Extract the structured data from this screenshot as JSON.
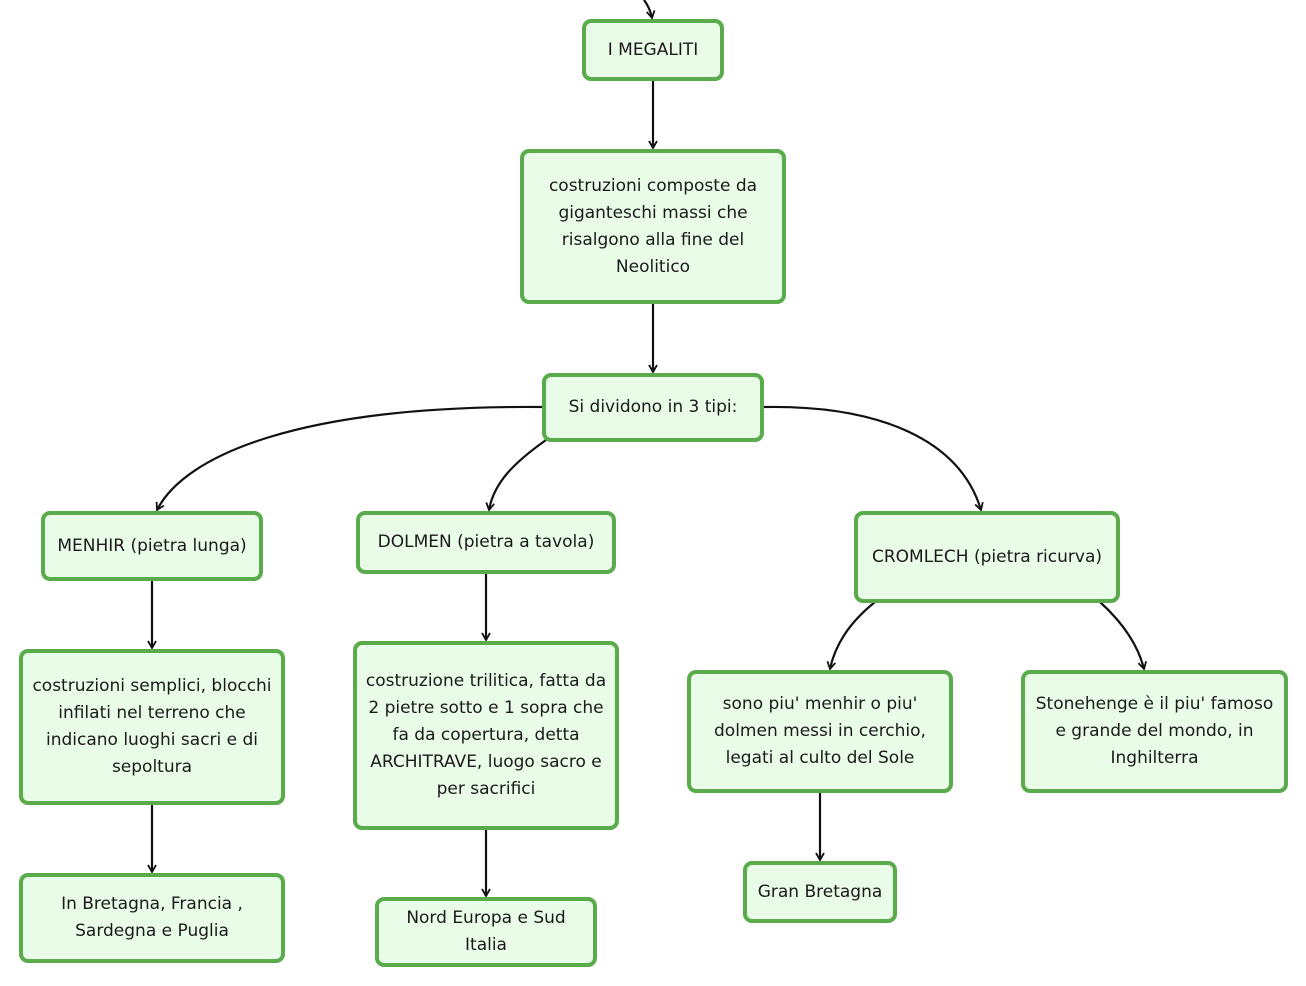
{
  "diagram": {
    "colors": {
      "node_fill": "#e9fce7",
      "node_border": "#5aab4b",
      "edge": "#111111"
    },
    "nodes": {
      "megaliti": "I MEGALITI",
      "definizione": "costruzioni composte da giganteschi massi che risalgono alla fine del Neolitico",
      "tipi": "Si dividono in 3 tipi:",
      "menhir": "MENHIR (pietra lunga)",
      "dolmen": "DOLMEN (pietra a tavola)",
      "cromlech": "CROMLECH (pietra ricurva)",
      "menhir_desc": "costruzioni semplici, blocchi infilati nel terreno che indicano luoghi sacri e di sepoltura",
      "dolmen_desc": "costruzione trilitica, fatta da 2 pietre sotto e 1 sopra che fa da copertura, detta ARCHITRAVE, luogo sacro e per sacrifici",
      "cromlech_desc": "sono piu' menhir o piu' dolmen messi in cerchio, legati al culto del Sole",
      "stonehenge": "Stonehenge è il piu' famoso e grande del mondo, in Inghilterra",
      "menhir_luoghi": "In Bretagna, Francia , Sardegna e Puglia",
      "dolmen_luoghi": "Nord Europa e Sud Italia",
      "cromlech_luoghi": "Gran Bretagna"
    }
  }
}
